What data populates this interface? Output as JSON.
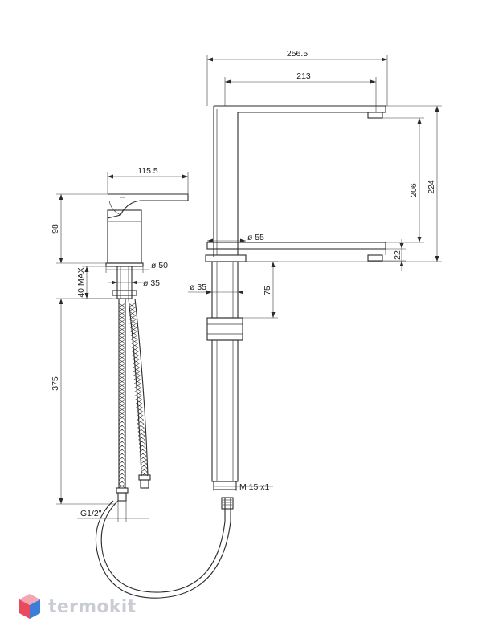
{
  "dimensions": {
    "total_width": "256.5",
    "spout_reach": "213",
    "handle_length": "115.5",
    "body_height": "98",
    "base_diameter": "ø 50",
    "shank_diameter": "ø 35",
    "max_deck_thickness": "40 MAX",
    "hose_length": "375",
    "hose_thread": "G1/2\"",
    "spout_diameter": "ø 55",
    "spout_shank_diameter": "ø 35",
    "spout_shank_length": "75",
    "spout_height_1": "206",
    "spout_height_2": "224",
    "spout_gap": "22",
    "bottom_thread": "M 15 x1"
  },
  "watermark": {
    "text": "termokit",
    "colors": [
      "#e84a5f",
      "#3b7dd8",
      "#f2a7b2",
      "#9fbfe9"
    ]
  }
}
